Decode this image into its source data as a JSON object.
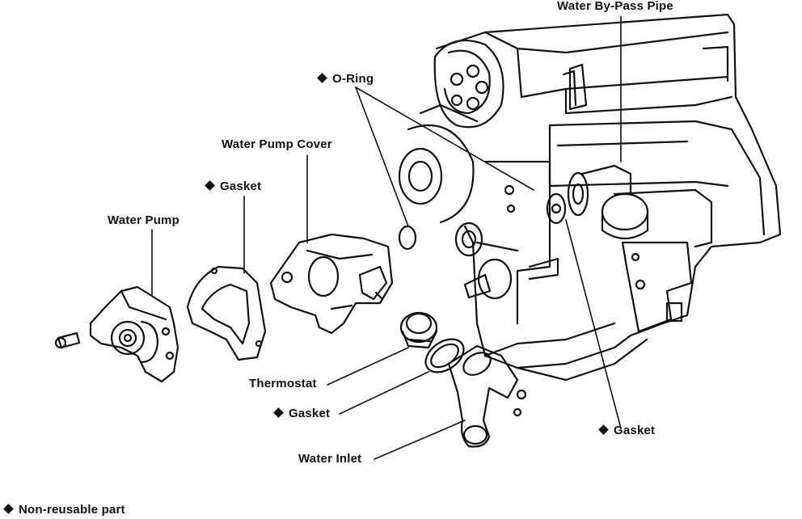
{
  "labels": {
    "water_bypass_pipe": "Water By-Pass Pipe",
    "o_ring": "O-Ring",
    "water_pump_cover": "Water Pump Cover",
    "gasket_top": "Gasket",
    "water_pump": "Water Pump",
    "thermostat": "Thermostat",
    "gasket_lower": "Gasket",
    "water_inlet": "Water Inlet",
    "gasket_right": "Gasket",
    "legend": "Non-reusable part"
  },
  "marker_icon": "diamond-icon",
  "colors": {
    "line": "#111111",
    "background": "#ffffff"
  }
}
